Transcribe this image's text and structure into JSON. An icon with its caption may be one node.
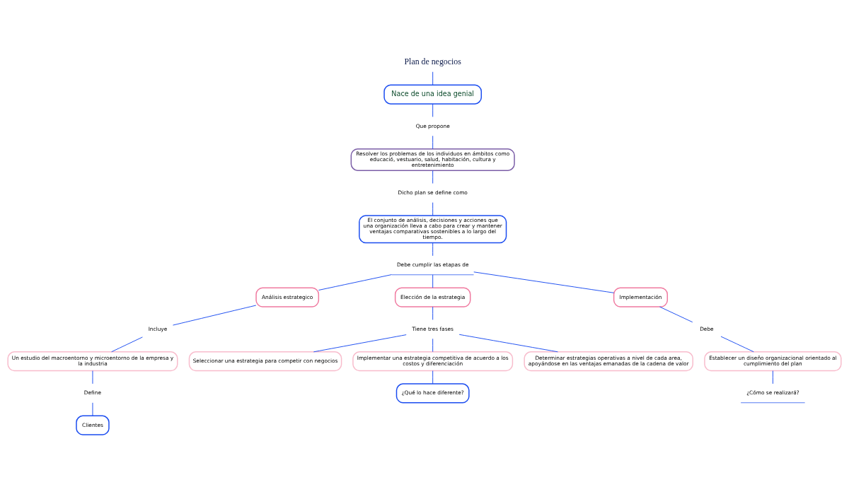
{
  "diagram": {
    "nodes": [
      {
        "text": [
          "Plan de negocios"
        ]
      },
      {
        "text": [
          "Nace de una idea genial"
        ]
      },
      {
        "text": [
          "Que propone"
        ]
      },
      {
        "text": [
          "Resolver los problemas de los individuos en ámbitos como educació, vestuario, salud, habitación, cultura y entretenimiento"
        ]
      },
      {
        "text": [
          "Dicho plan se define como"
        ]
      },
      {
        "text": [
          "El conjunto de análisis, decisiones y acciones que una organización lleva a cabo para crear y mantener ventajas comparativas sostenibles a lo largo del tiempo."
        ]
      },
      {
        "text": [
          "Debe cumplir las etapas de"
        ]
      },
      {
        "text": [
          "Análisis estrategico"
        ]
      },
      {
        "text": [
          "Elección de la estrategia"
        ]
      },
      {
        "text": [
          "Implementación"
        ]
      },
      {
        "text": [
          "Incluye"
        ]
      },
      {
        "text": [
          "Un estudio del macroentorno y microentorno de la empresa y la industria"
        ]
      },
      {
        "text": [
          "Define"
        ]
      },
      {
        "text": [
          "Clientes"
        ]
      },
      {
        "text": [
          "Tiene tres fases"
        ]
      },
      {
        "text": [
          "Seleccionar una estrategia para competir con negocios"
        ]
      },
      {
        "text": [
          "Implementar una estrategia competitiva de acuerdo a los costos y diferenciación"
        ]
      },
      {
        "text": [
          "Determinar estrategias operativas a nivel de cada area, apoyándose en las ventajas emanadas de la cadena de valor"
        ]
      },
      {
        "text": [
          "¿Qué lo hace diferente?"
        ]
      },
      {
        "text": [
          "Debe"
        ]
      },
      {
        "text": [
          "Establecer un diseño organizacional orientado al cumplimiento del plan"
        ]
      },
      {
        "text": [
          "¿Cómo se realizará?"
        ]
      }
    ],
    "edges": [
      {
        "from": 0,
        "to": 1,
        "arrow": "none"
      },
      {
        "from": 1,
        "to": 2,
        "arrow": "none"
      },
      {
        "from": 2,
        "to": 3,
        "arrow": "none"
      },
      {
        "from": 3,
        "to": 4,
        "arrow": "none"
      },
      {
        "from": 4,
        "to": 5,
        "arrow": "none"
      },
      {
        "from": 5,
        "to": 6,
        "arrow": "none"
      },
      {
        "from": 6,
        "to": 7,
        "arrow": "none"
      },
      {
        "from": 6,
        "to": 8,
        "arrow": "none"
      },
      {
        "from": 6,
        "to": 9,
        "arrow": "none"
      },
      {
        "from": 7,
        "to": 10,
        "arrow": "none"
      },
      {
        "from": 10,
        "to": 11,
        "arrow": "none"
      },
      {
        "from": 11,
        "to": 12,
        "arrow": "none"
      },
      {
        "from": 12,
        "to": 13,
        "arrow": "none"
      },
      {
        "from": 8,
        "to": 14,
        "arrow": "none"
      },
      {
        "from": 14,
        "to": 15,
        "arrow": "none"
      },
      {
        "from": 14,
        "to": 16,
        "arrow": "none"
      },
      {
        "from": 14,
        "to": 17,
        "arrow": "none"
      },
      {
        "from": 16,
        "to": 18,
        "arrow": "none"
      },
      {
        "from": 9,
        "to": 19,
        "arrow": "none"
      },
      {
        "from": 19,
        "to": 20,
        "arrow": "none"
      },
      {
        "from": 20,
        "to": 21,
        "arrow": "none"
      }
    ]
  }
}
